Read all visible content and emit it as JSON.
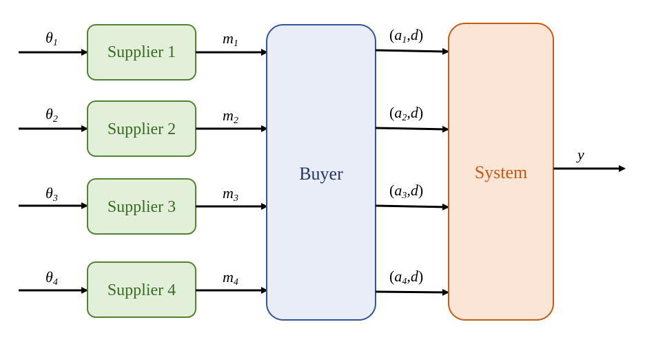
{
  "diagram": {
    "suppliers": [
      {
        "label": "Supplier 1",
        "input_symbol": "θ",
        "input_sub": "1",
        "output_symbol": "m",
        "output_sub": "1"
      },
      {
        "label": "Supplier 2",
        "input_symbol": "θ",
        "input_sub": "2",
        "output_symbol": "m",
        "output_sub": "2"
      },
      {
        "label": "Supplier 3",
        "input_symbol": "θ",
        "input_sub": "3",
        "output_symbol": "m",
        "output_sub": "3"
      },
      {
        "label": "Supplier 4",
        "input_symbol": "θ",
        "input_sub": "4",
        "output_symbol": "m",
        "output_sub": "4"
      }
    ],
    "buyer": {
      "label": "Buyer"
    },
    "buyer_outputs": [
      {
        "open": "(",
        "symbol": "a",
        "sub": "1",
        "sep": ",",
        "second": "d",
        "close": ")"
      },
      {
        "open": "(",
        "symbol": "a",
        "sub": "2",
        "sep": ",",
        "second": "d",
        "close": ")"
      },
      {
        "open": "(",
        "symbol": "a",
        "sub": "3",
        "sep": ",",
        "second": "d",
        "close": ")"
      },
      {
        "open": "(",
        "symbol": "a",
        "sub": "4",
        "sep": ",",
        "second": "d",
        "close": ")"
      }
    ],
    "system": {
      "label": "System"
    },
    "system_output": {
      "symbol": "y"
    },
    "colors": {
      "supplier_fill": "#e2efd9",
      "supplier_stroke": "#548235",
      "supplier_text": "#3a6b22",
      "buyer_fill": "#e8edf8",
      "buyer_stroke": "#2f5597",
      "buyer_text": "#1f3864",
      "system_fill": "#fbe5d6",
      "system_stroke": "#c55a11",
      "system_text": "#c55a11",
      "arrow": "#000000"
    }
  }
}
